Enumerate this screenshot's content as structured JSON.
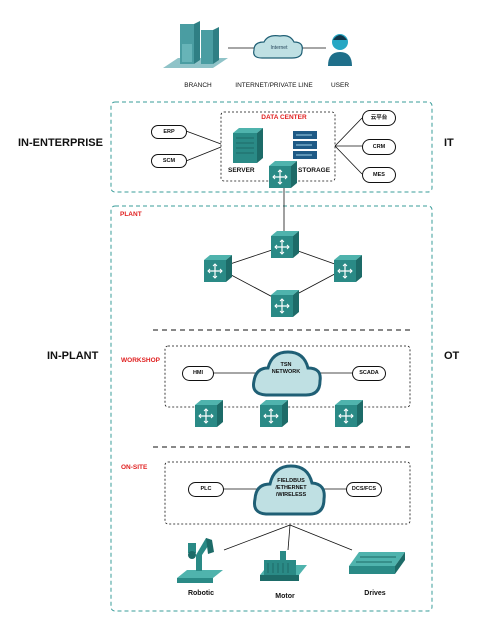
{
  "top": {
    "branch": "BRANCH",
    "internet_line": "INTERNET/PRIVATE LINE",
    "user": "USER",
    "internet": "Internet"
  },
  "sides": {
    "enterprise": "IN-ENTERPRISE",
    "it": "IT",
    "plant": "IN-PLANT",
    "ot": "OT"
  },
  "enterprise": {
    "data_center": "DATA CENTER",
    "server": "SERVER",
    "storage": "STORAGE",
    "erp": "ERP",
    "scm": "SCM",
    "cloud_platform": "云平台",
    "crm": "CRM",
    "mes": "MES"
  },
  "plant": {
    "title": "PLANT",
    "workshop": "WORKSHOP",
    "hmi": "HMI",
    "tsn_line1": "TSN",
    "tsn_line2": "NETWORK",
    "scada": "SCADA",
    "onsite": "ON-SITE",
    "plc": "PLC",
    "fieldbus_line1": "FIELDBUS",
    "fieldbus_line2": "/ETHERNET",
    "fieldbus_line3": "/WIRELESS",
    "dcs": "DCS/FCS"
  },
  "devices": {
    "robotic": "Robotic",
    "motor": "Motor",
    "drives": "Drives"
  },
  "colors": {
    "teal": "#2a8a86",
    "teal_dark": "#1d6b68",
    "teal_light": "#4fb3ad",
    "cloud": "#bfe0e3",
    "cloud_edge": "#1f5f75",
    "frame": "#3a9c9a"
  },
  "icons": [
    "building-icon",
    "cloud-icon",
    "user-icon",
    "server-icon",
    "storage-icon",
    "switch-icon",
    "robot-arm-icon",
    "motor-icon",
    "drive-icon"
  ]
}
